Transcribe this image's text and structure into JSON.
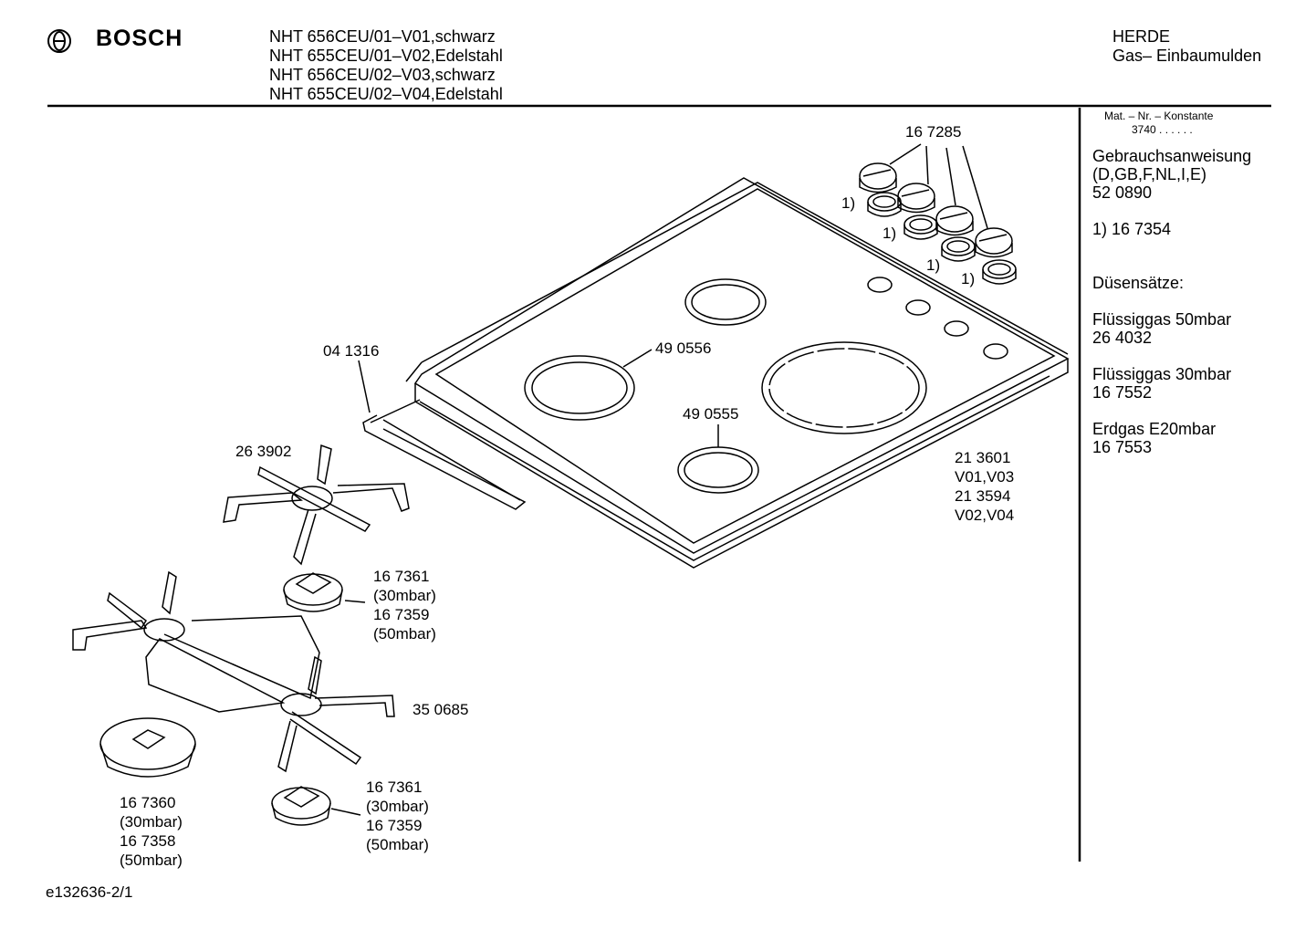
{
  "header": {
    "brand": "BOSCH",
    "models": [
      "NHT 656CEU/01–V01,schwarz",
      "NHT 655CEU/01–V02,Edelstahl",
      "NHT 656CEU/02–V03,schwarz",
      "NHT 655CEU/02–V04,Edelstahl"
    ],
    "category": [
      "HERDE",
      "Gas– Einbaumulden"
    ]
  },
  "sidebar": {
    "mat_label": "Mat. – Nr. – Konstante",
    "mat_value": "3740 . . . . . .",
    "manual": [
      "Gebrauchsanweisung",
      "(D,GB,F,NL,I,E)",
      "52 0890"
    ],
    "footnote": "1)  16 7354",
    "nozzles_title": "Düsensätze:",
    "nozzle_sets": [
      [
        "Flüssiggas 50mbar",
        "26 4032"
      ],
      [
        "Flüssiggas 30mbar",
        "16 7552"
      ],
      [
        "Erdgas E20mbar",
        "16 7553"
      ]
    ]
  },
  "parts": {
    "knobs": "16 7285",
    "seal": "04 1316",
    "ring_large": "49 0556",
    "ring_small": "49 0555",
    "hob": [
      "21 3601",
      "V01,V03",
      "21 3594",
      "V02,V04"
    ],
    "grate_small": "26 3902",
    "burner_cap_1": [
      "16 7361",
      "(30mbar)",
      "16 7359",
      "(50mbar)"
    ],
    "grate_large": "35 0685",
    "burner_cap_big": [
      "16 7360",
      "(30mbar)",
      "16 7358",
      "(50mbar)"
    ],
    "burner_cap_2": [
      "16 7361",
      "(30mbar)",
      "16 7359",
      "(50mbar)"
    ],
    "footnote_marks": [
      "1)",
      "1)",
      "1)",
      "1)"
    ]
  },
  "footer": {
    "code": "e132636-2/1"
  }
}
